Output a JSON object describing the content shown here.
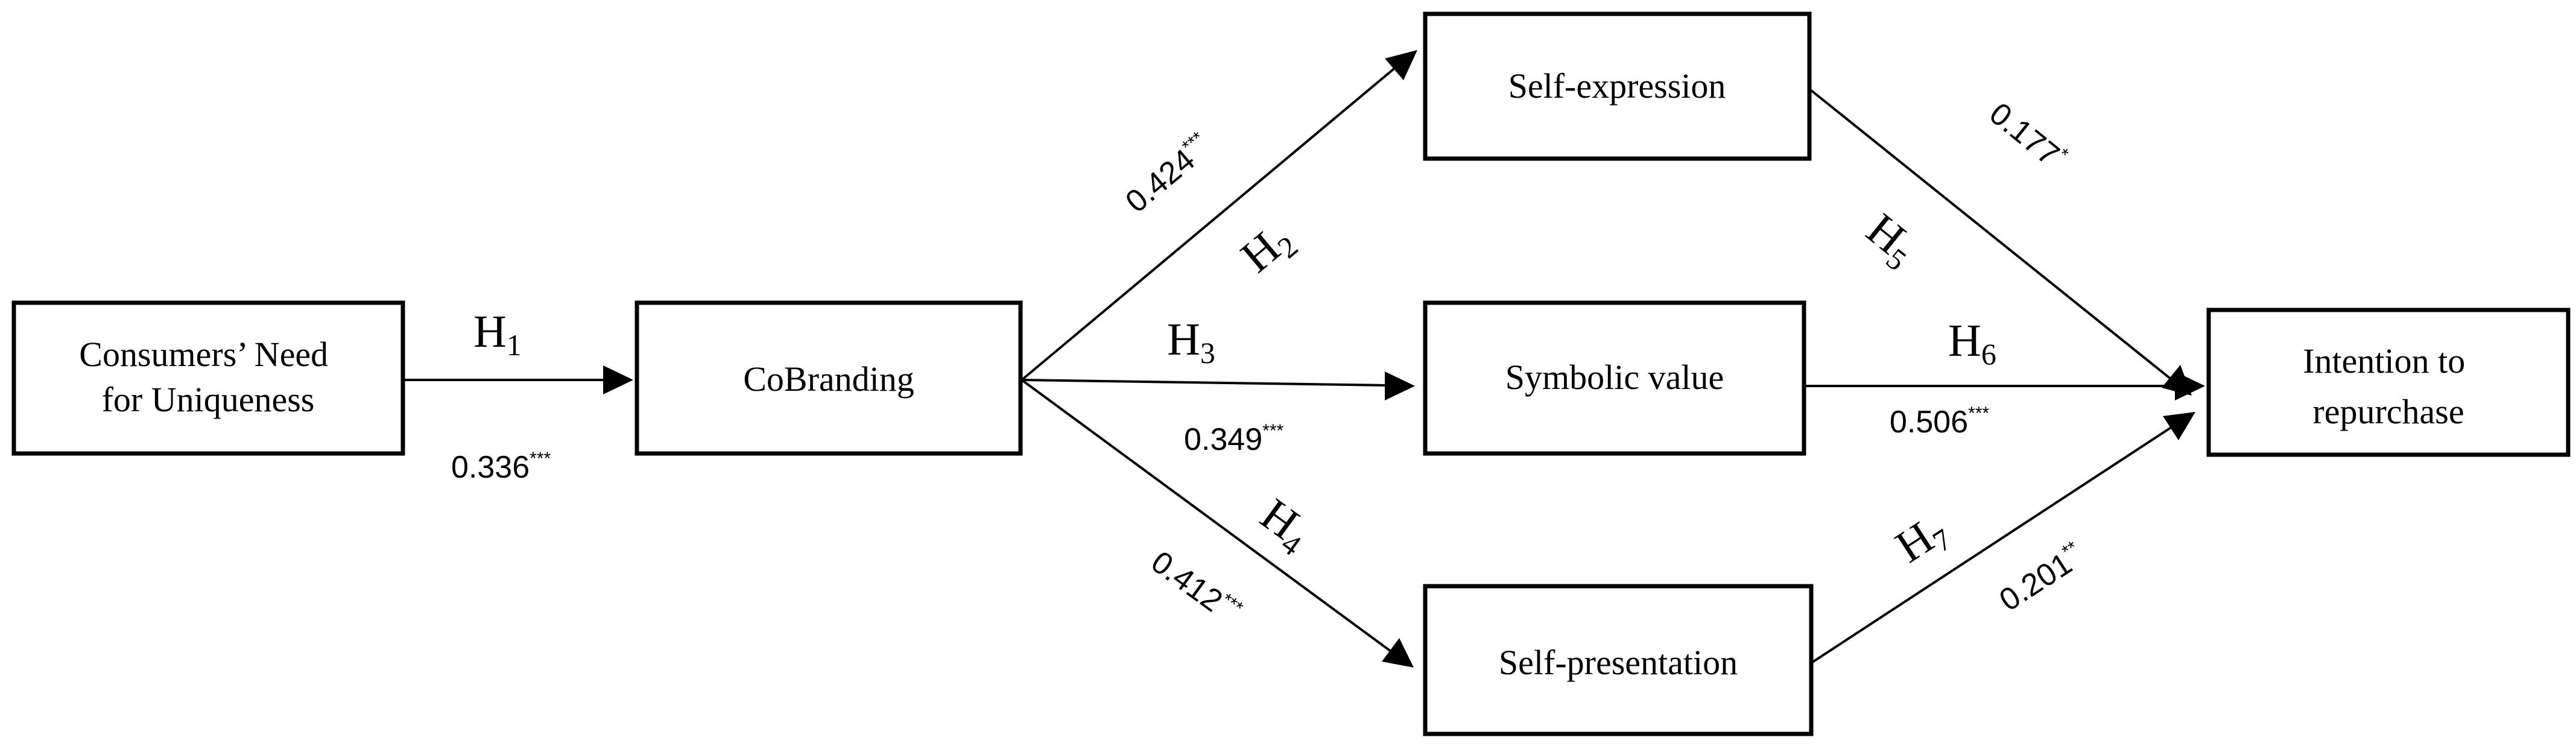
{
  "nodes": {
    "cnu": {
      "lines": [
        "Consumers’ Need",
        "for Uniqueness"
      ]
    },
    "cobranding": {
      "lines": [
        "CoBranding"
      ]
    },
    "self_expression": {
      "lines": [
        "Self-expression"
      ]
    },
    "symbolic_value": {
      "lines": [
        "Symbolic value"
      ]
    },
    "self_presentation": {
      "lines": [
        "Self-presentation"
      ]
    },
    "intention": {
      "lines": [
        "Intention to",
        "repurchase"
      ]
    }
  },
  "paths": {
    "h1": {
      "hypothesis": "H",
      "sub": "1",
      "coef": "0.336",
      "sig": "***"
    },
    "h2": {
      "hypothesis": "H",
      "sub": "2",
      "coef": "0.424",
      "sig": "***"
    },
    "h3": {
      "hypothesis": "H",
      "sub": "3",
      "coef": "0.349",
      "sig": "***"
    },
    "h4": {
      "hypothesis": "H",
      "sub": "4",
      "coef": "0.412",
      "sig": "***"
    },
    "h5": {
      "hypothesis": "H",
      "sub": "5",
      "coef": "0.177",
      "sig": "*"
    },
    "h6": {
      "hypothesis": "H",
      "sub": "6",
      "coef": "0.506",
      "sig": "***"
    },
    "h7": {
      "hypothesis": "H",
      "sub": "7",
      "coef": "0.201",
      "sig": "**"
    }
  }
}
